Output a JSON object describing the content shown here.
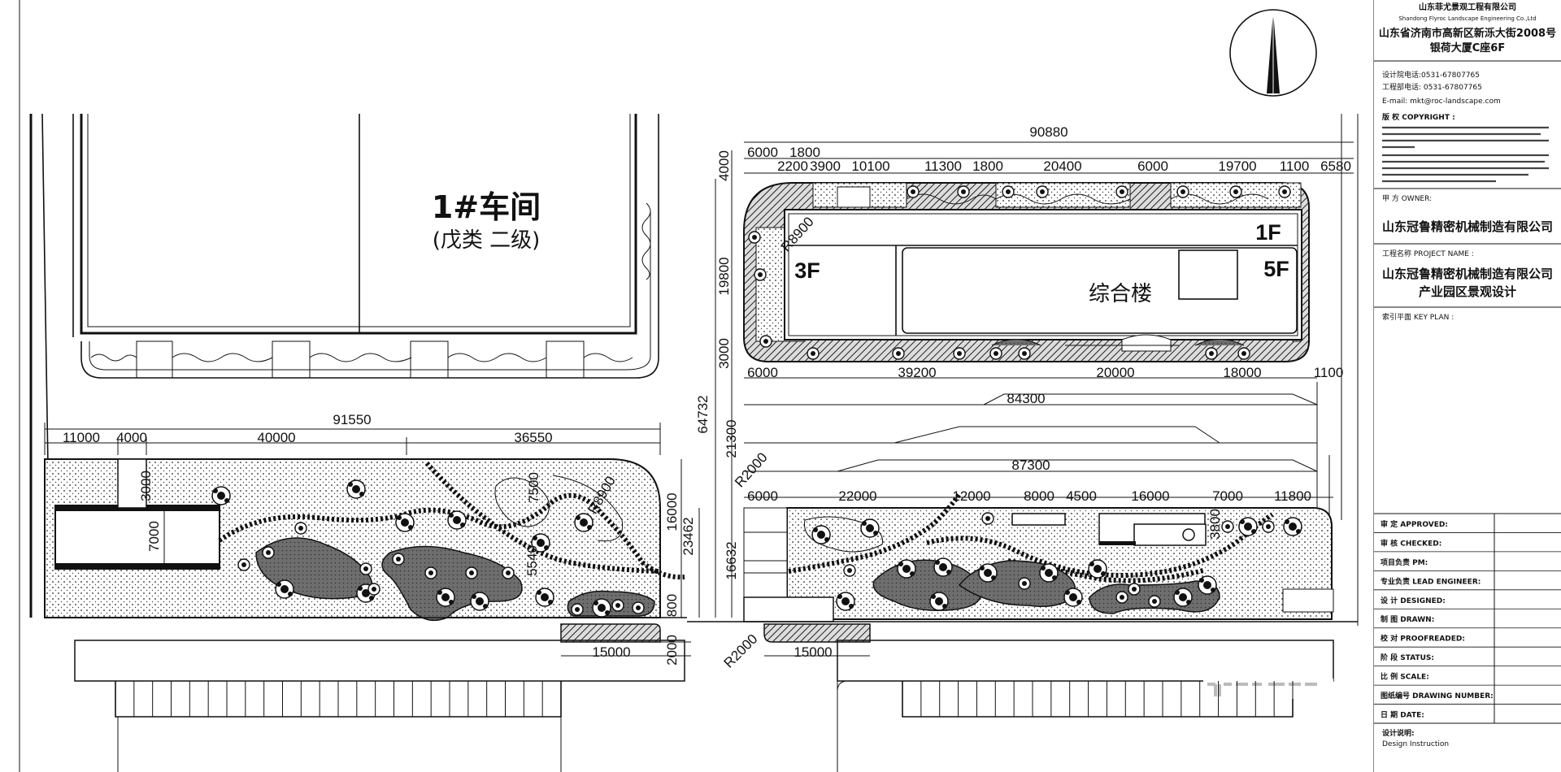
{
  "title_block": {
    "company_cn": "山东菲尤景观工程有限公司",
    "company_en": "Shandong Flyroc Landscape Engineering Co.,Ltd",
    "address_1": "山东省济南市高新区新泺大街2008号",
    "address_2": "银荷大厦C座6F",
    "phone_design": "设计院电话:0531-67807765",
    "phone_eng": "工程部电话:  0531-67807765",
    "email": "E-mail: mkt@roc-landscape.com",
    "copyright_label": "版 权 COPYRIGHT :",
    "owner_label": "甲 方 OWNER:",
    "owner": "山东冠鲁精密机械制造有限公司",
    "project_label": "工程名称 PROJECT NAME :",
    "project_1": "山东冠鲁精密机械制造有限公司",
    "project_2": "产业园区景观设计",
    "key_plan_label": "索引平面 KEY PLAN :",
    "rows": [
      "审 定 APPROVED:",
      "审 核 CHECKED:",
      "项目负责 PM:",
      "专业负责 LEAD ENGINEER:",
      "设 计 DESIGNED:",
      "制 图 DRAWN:",
      "校 对 PROOFREADED:",
      "阶 段 STATUS:",
      "比 例 SCALE:",
      "图纸编号 DRAWING NUMBER:",
      "日 期 DATE:"
    ],
    "design_instruction_cn": "设计说明:",
    "design_instruction_en": "Design Instruction"
  },
  "buildings": {
    "workshop_title": "1#车间",
    "workshop_sub": "(戊类   二级)",
    "office": "综合楼",
    "floor_1f": "1F",
    "floor_3f": "3F",
    "floor_5f": "5F"
  },
  "dimensions": {
    "top_total": "90880",
    "top_row": [
      "6000",
      "1800",
      "2200",
      "3900",
      "10100",
      "11300",
      "1800",
      "20400",
      "6000",
      "19700",
      "1100",
      "6580"
    ],
    "left_v": [
      "4000",
      "19800",
      "3000",
      "64732",
      "21300",
      "23462",
      "16632"
    ],
    "radius_r8900": "R8900",
    "row2": [
      "6000",
      "39200",
      "20000",
      "18000",
      "1100"
    ],
    "d84300": "84300",
    "d87300": "87300",
    "r2000a": "R2000",
    "row3": [
      "6000",
      "22000",
      "12000",
      "8000",
      "4500",
      "16000",
      "7000",
      "11800"
    ],
    "left_total": "91550",
    "left_row": [
      "11000",
      "4000",
      "40000",
      "36550"
    ],
    "d3000": "3000",
    "d7000": "7000",
    "d7500": "7500",
    "r8900b": "R8900",
    "d16000": "16000",
    "d5540": "5540",
    "d800": "800",
    "d15000a": "15000",
    "d2000": "2000",
    "d15000b": "15000",
    "r2000b": "R2000",
    "d3800": "3800"
  }
}
